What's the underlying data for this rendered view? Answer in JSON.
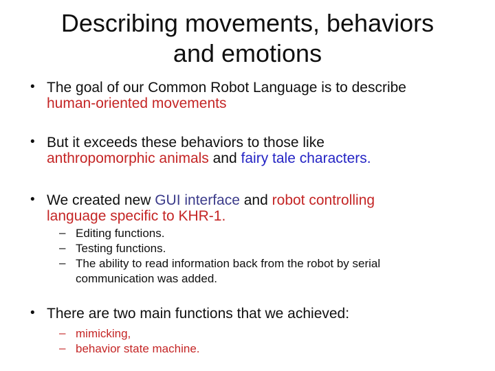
{
  "colors": {
    "black": "#0f0f0f",
    "red": "#c42525",
    "blue": "#2424c4",
    "navy": "#3b3b8a"
  },
  "title": {
    "line1": "Describing movements, behaviors",
    "line2": "and emotions"
  },
  "bullets": {
    "b1": {
      "marker": "•",
      "l1s1": "The goal of our Common Robot Language is to describe",
      "l2s1": "human-oriented movements"
    },
    "b2": {
      "marker": "•",
      "l1s1": "But it exceeds these behaviors to those like",
      "l2s1": "anthropomorphic animals",
      "l2s2": " and ",
      "l2s3": "fairy tale characters."
    },
    "b3": {
      "marker": "•",
      "l1s1": "We created new ",
      "l1s2": "GUI interface",
      "l1s3": " and ",
      "l1s4": "robot controlling",
      "l2s1": "language specific to KHR-1."
    },
    "sub1": {
      "marker": "–",
      "i1": "Editing functions.",
      "i2": "Testing functions.",
      "i3l1": "The ability to read information back from the robot by serial",
      "i3l2": "communication was added."
    },
    "b4": {
      "marker": "•",
      "l1s1": "There are two main functions that we achieved:"
    },
    "sub2": {
      "marker": "–",
      "i1": "mimicking,",
      "i2": "behavior state machine."
    }
  }
}
